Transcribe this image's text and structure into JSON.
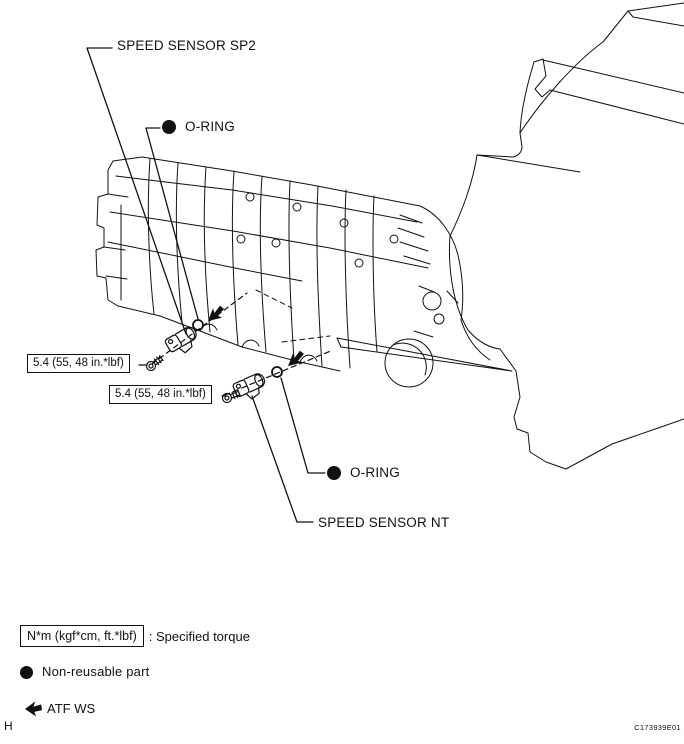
{
  "figure": {
    "code": "C173939E01",
    "page_marker": "H"
  },
  "callouts": {
    "speed_sensor_sp2": "SPEED SENSOR SP2",
    "o_ring_top": "O-RING",
    "torque_sp2": "5.4 (55, 48 in.*lbf)",
    "torque_nt": "5.4 (55, 48 in.*lbf)",
    "o_ring_bottom": "O-RING",
    "speed_sensor_nt": "SPEED SENSOR NT"
  },
  "legend": {
    "torque_box": "N*m (kgf*cm, ft.*lbf)",
    "torque_label": ": Specified torque",
    "non_reusable_label": "Non-reusable part",
    "atf_label": "ATF WS"
  },
  "colors": {
    "ink": "#111111",
    "paper": "#ffffff"
  }
}
